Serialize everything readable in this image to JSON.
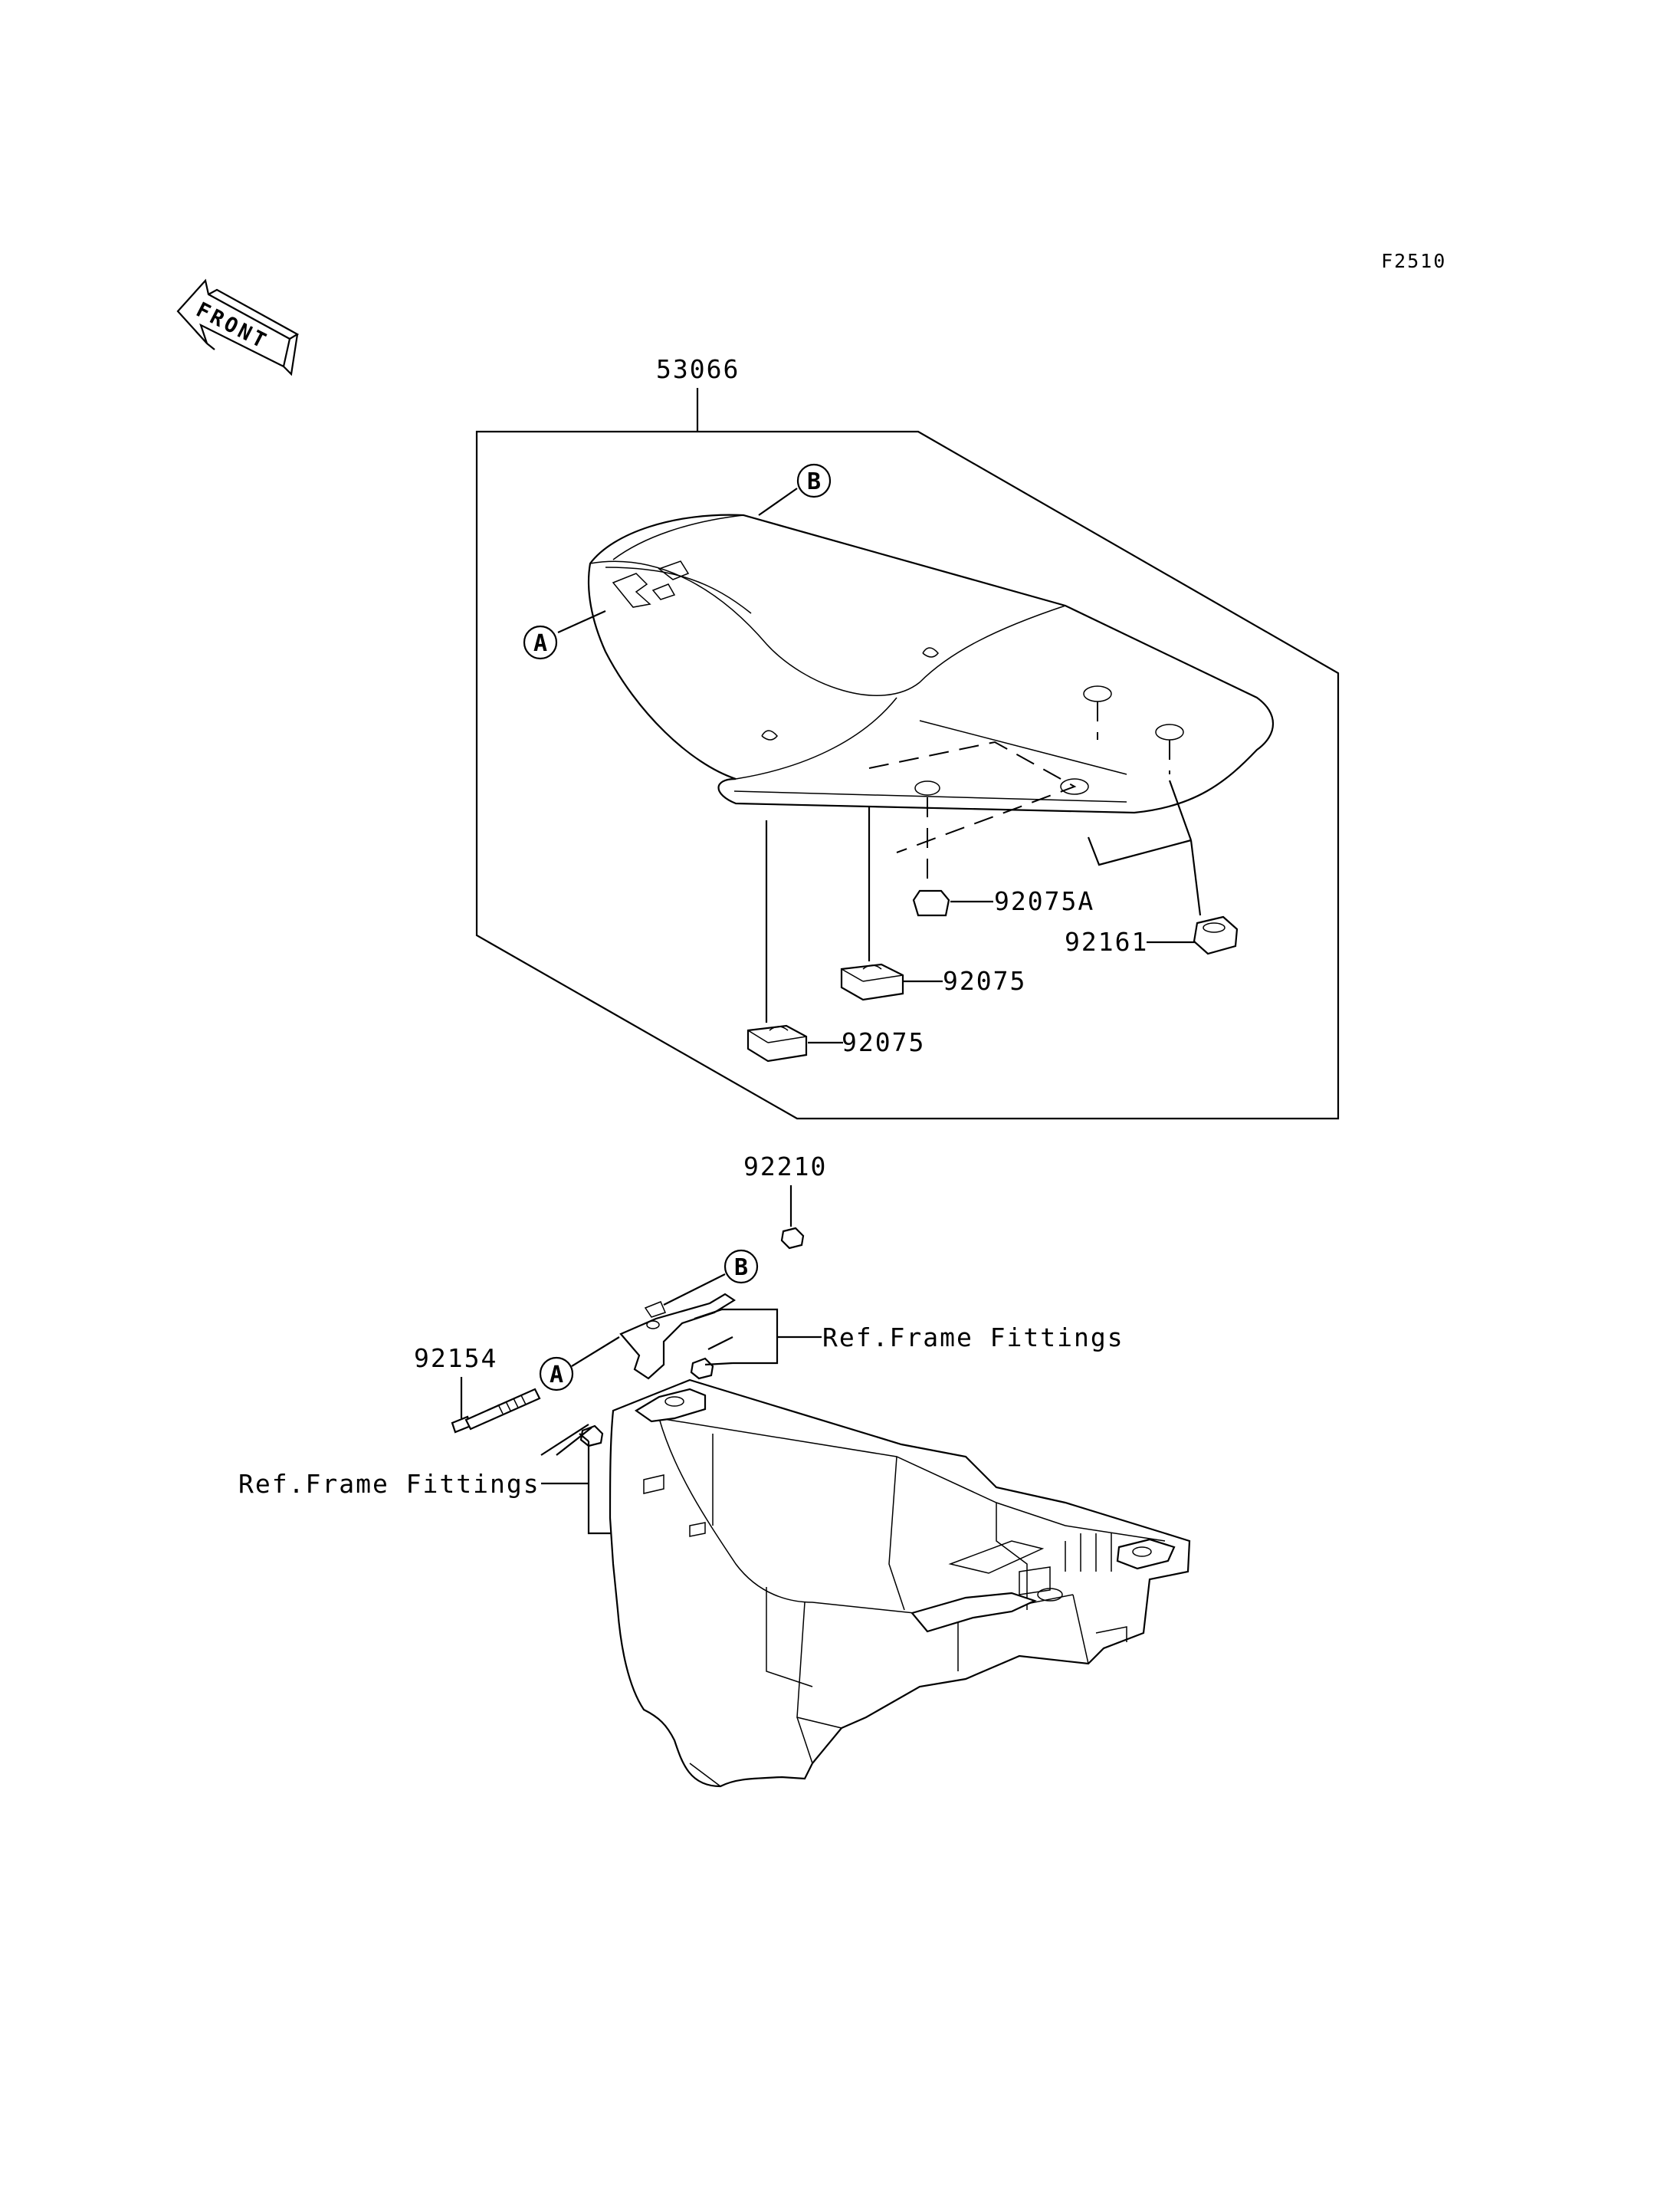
{
  "figure_code": "F2510",
  "front_arrow": {
    "text": "FRONT",
    "icon": "front-arrow-icon"
  },
  "circle_labels": {
    "a": "A",
    "b": "B"
  },
  "parts": {
    "seat": "53066",
    "grommet_92075a": "92075A",
    "damper_92161": "92161",
    "damper_92075_upper": "92075",
    "damper_92075_lower": "92075",
    "nut_92210": "92210",
    "bolt_92154": "92154"
  },
  "references": {
    "frame_fittings_right": "Ref.Frame Fittings",
    "frame_fittings_left": "Ref.Frame Fittings"
  }
}
